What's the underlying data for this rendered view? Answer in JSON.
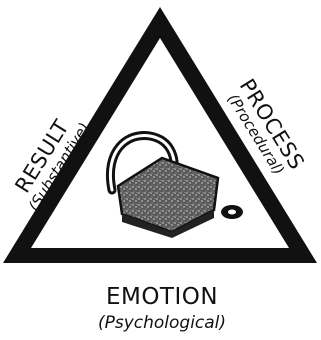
{
  "sides": {
    "left": {
      "title": "RESULT",
      "subtitle": "(Substantive)"
    },
    "right": {
      "title": "PROCESS",
      "subtitle": "(Procedural)"
    },
    "bottom": {
      "title": "EMOTION",
      "subtitle": "(Psychological)"
    }
  },
  "center_icon": "padlock-icon",
  "colors": {
    "ink": "#111111",
    "background": "#ffffff",
    "lock_body": "#555555"
  }
}
